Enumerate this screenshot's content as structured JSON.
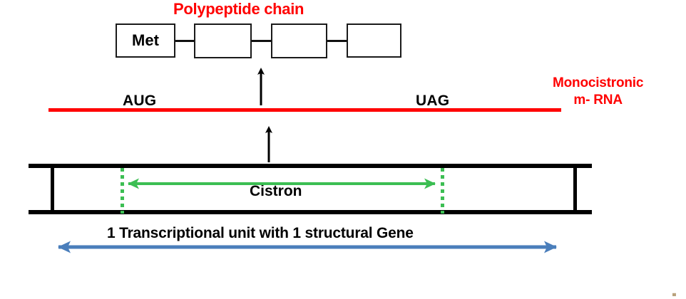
{
  "diagram": {
    "title": "Polypeptide chain",
    "side_note_line1": "Monocistronic",
    "side_note_line2": "m- RNA",
    "start_codon": "AUG",
    "stop_codon": "UAG",
    "cistron_label": "Cistron",
    "transcription_unit_label": "1 Transcriptional unit with 1 structural Gene",
    "corner_mark": "▄"
  },
  "polypeptide": {
    "residues": [
      {
        "label": "Met"
      },
      {
        "label": ""
      },
      {
        "label": ""
      },
      {
        "label": ""
      }
    ]
  },
  "colors": {
    "red": "#FF0000",
    "green": "#3CBE53",
    "blue": "#4A7EBB",
    "black": "#000000",
    "white": "#FFFFFF"
  },
  "arrows": {
    "translation_arrow": "up-arrow-translation",
    "transcription_arrow": "up-arrow-transcription",
    "cistron_arrow": "double-headed-green-arrow",
    "unit_arrow": "double-headed-blue-arrow"
  }
}
